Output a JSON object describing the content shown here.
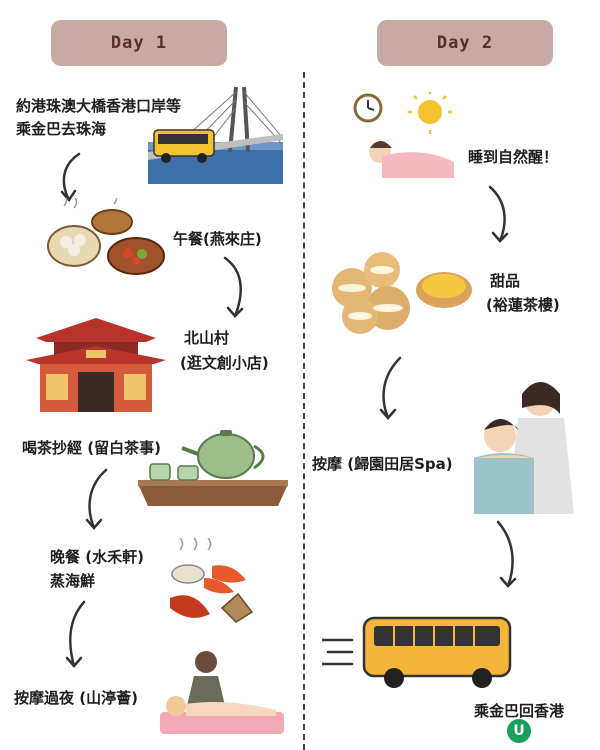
{
  "days": {
    "day1": "Day 1",
    "day2": "Day 2"
  },
  "day1": {
    "step1_line1": "約港珠澳大橋香港口岸等",
    "step1_line2": "乘金巴去珠海",
    "step2": "午餐(燕來庄)",
    "step3_line1": "北山村",
    "step3_line2": "(逛文創小店)",
    "step4": "喝茶抄經 (留白茶事)",
    "step5_line1": "晚餐 (水禾軒)",
    "step5_line2": "蒸海鮮",
    "step6": "按摩過夜 (山渟薈)"
  },
  "day2": {
    "step1": "睡到自然醒！",
    "step2_line1": "甜品",
    "step2_line2": "(裕蓮茶樓)",
    "step3": "按摩 (歸園田居Spa)",
    "step4": "乘金巴回香港"
  },
  "brand": {
    "logo_letter": "U",
    "color": "#1aa05a"
  },
  "colors": {
    "pill": "#c9a9a6",
    "pill_text": "#5a2e2e"
  }
}
